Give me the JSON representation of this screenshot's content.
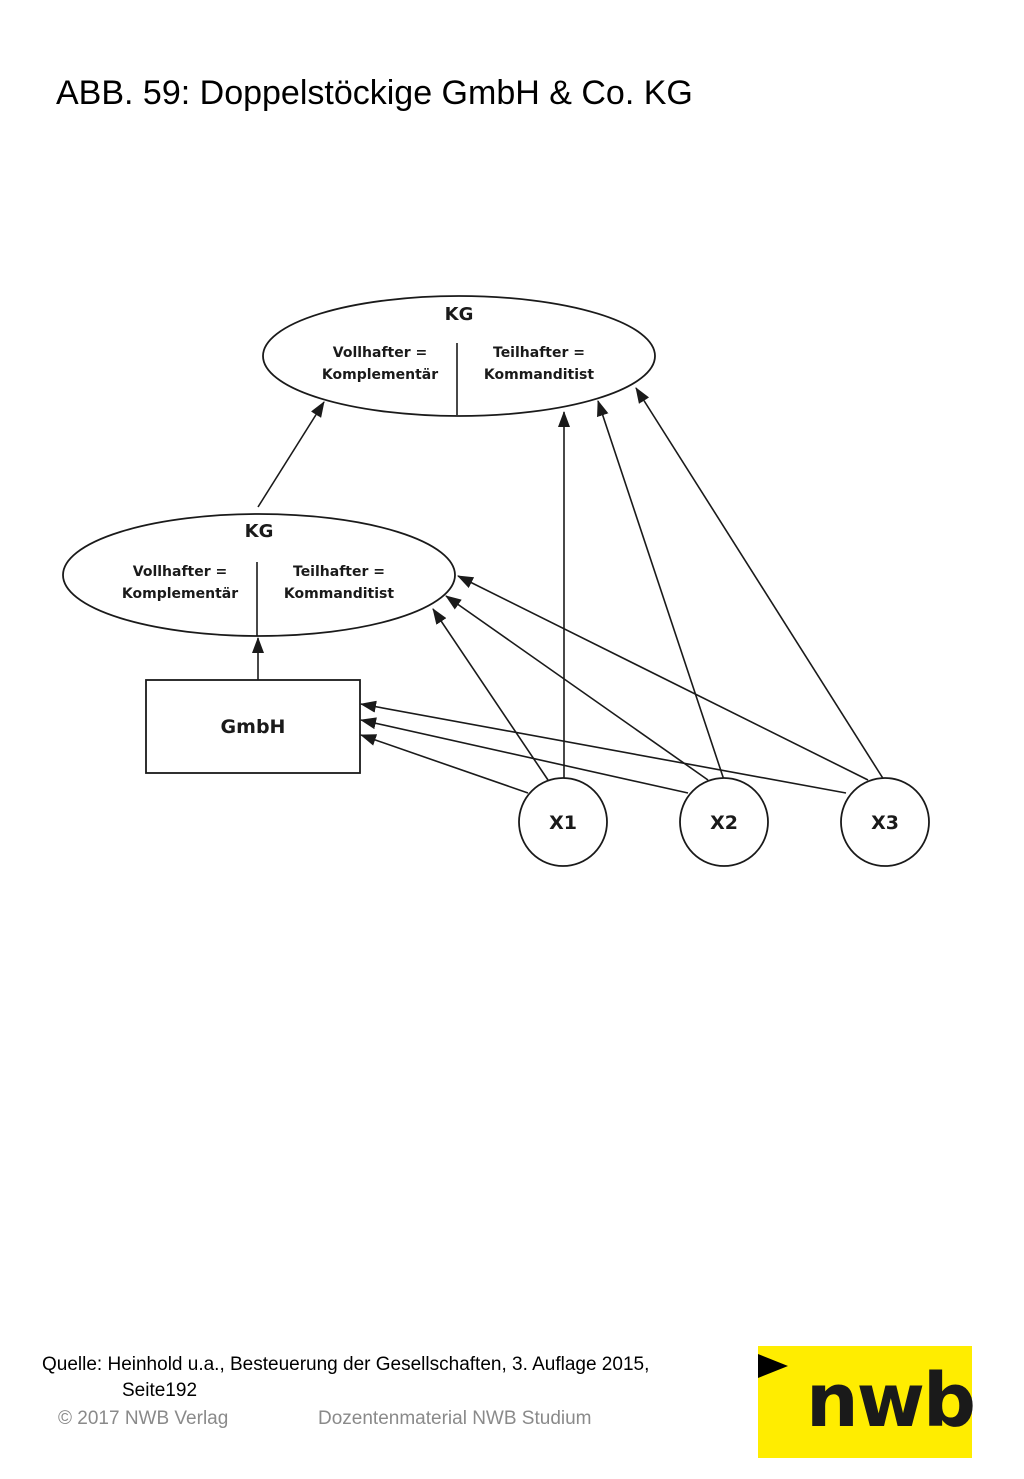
{
  "title": "ABB. 59: Doppelstöckige GmbH & Co. KG",
  "diagram": {
    "upper_kg": {
      "title": "KG",
      "left_line1": "Vollhafter =",
      "left_line2": "Komplementär",
      "right_line1": "Teilhafter =",
      "right_line2": "Kommanditist"
    },
    "lower_kg": {
      "title": "KG",
      "left_line1": "Vollhafter =",
      "left_line2": "Komplementär",
      "right_line1": "Teilhafter =",
      "right_line2": "Kommanditist"
    },
    "gmbh": "GmbH",
    "x1": "X1",
    "x2": "X2",
    "x3": "X3",
    "edges": [
      {
        "from": "lower_kg",
        "to": "upper_kg"
      },
      {
        "from": "gmbh",
        "to": "lower_kg"
      },
      {
        "from": "x1",
        "to": "upper_kg"
      },
      {
        "from": "x2",
        "to": "upper_kg"
      },
      {
        "from": "x3",
        "to": "upper_kg"
      },
      {
        "from": "x1",
        "to": "lower_kg"
      },
      {
        "from": "x2",
        "to": "lower_kg"
      },
      {
        "from": "x3",
        "to": "lower_kg"
      },
      {
        "from": "x1",
        "to": "gmbh"
      },
      {
        "from": "x2",
        "to": "gmbh"
      },
      {
        "from": "x3",
        "to": "gmbh"
      }
    ]
  },
  "source": {
    "line1": "Quelle: Heinhold u.a., Besteuerung der Gesellschaften, 3. Auflage 2015,",
    "line2": "Seite192"
  },
  "footer": {
    "copyright": "© 2017 NWB Verlag",
    "material": "Dozentenmaterial NWB Studium"
  },
  "logo": {
    "text": "nwb",
    "color": "#ffed00"
  }
}
